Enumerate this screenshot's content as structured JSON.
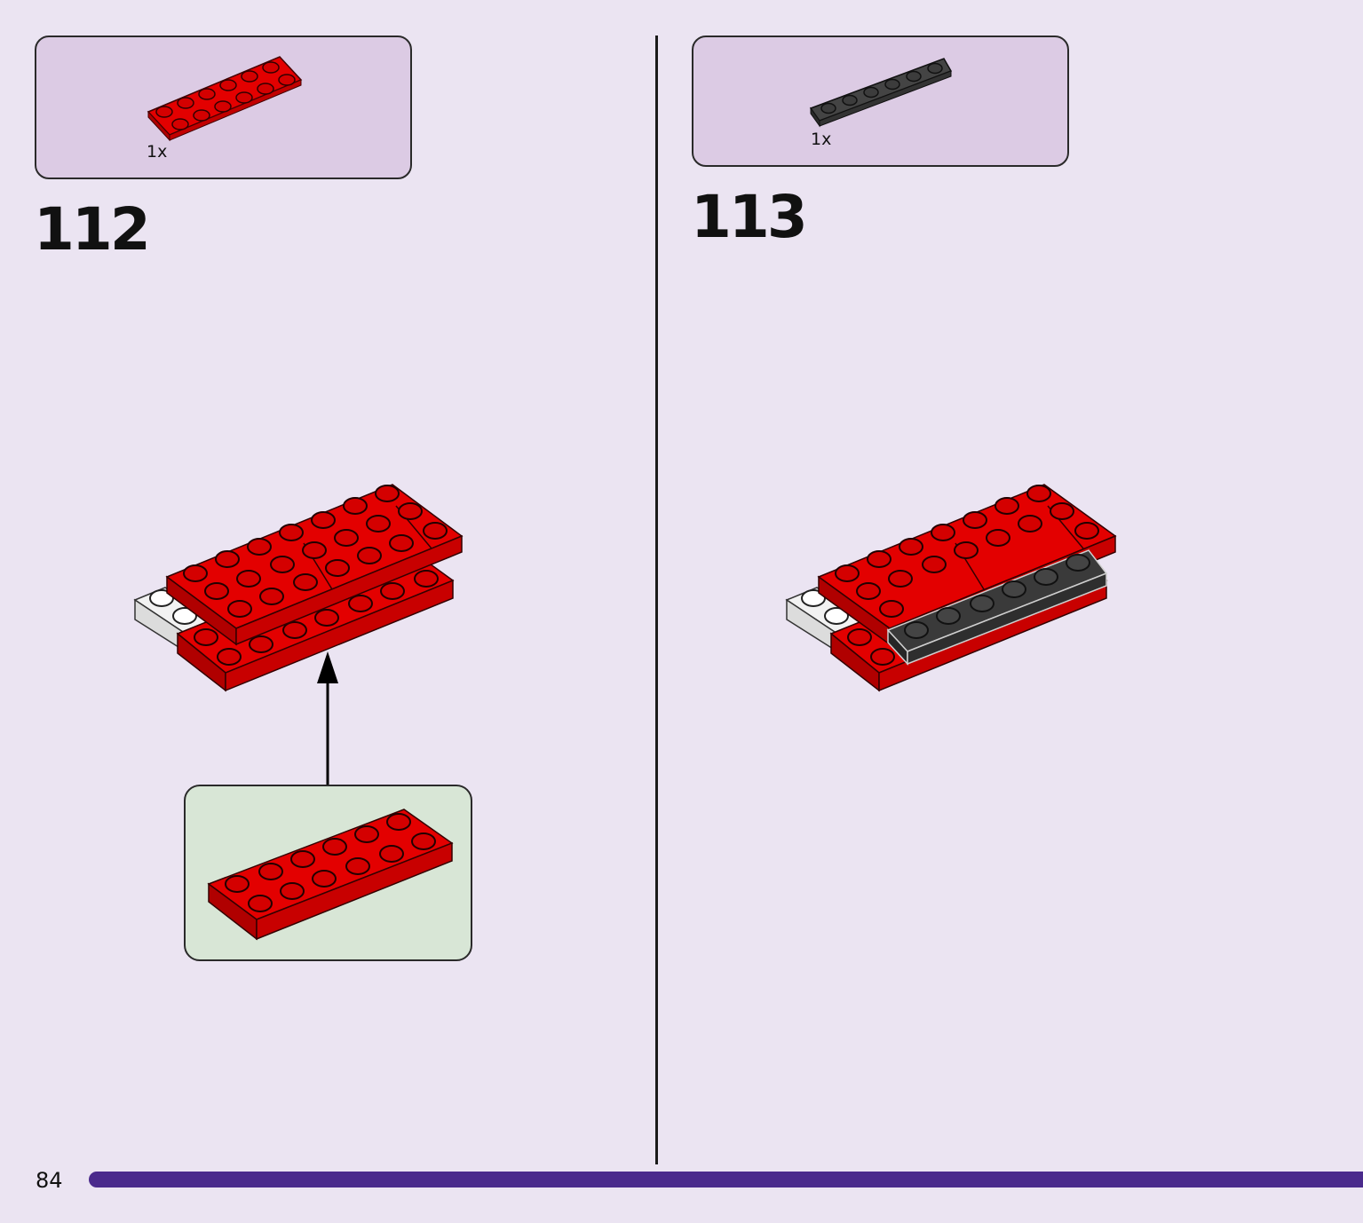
{
  "page": {
    "number": "84",
    "progress_color": "#4a2a8c",
    "background": "#ebe4f2"
  },
  "steps": [
    {
      "number": "112",
      "parts": [
        {
          "quantity": "1x",
          "color": "#e00000",
          "description": "2x6 plate"
        }
      ],
      "has_subassembly": true,
      "subassembly_color": "#d8e6d6"
    },
    {
      "number": "113",
      "parts": [
        {
          "quantity": "1x",
          "color": "#3a3a3a",
          "description": "1x6 plate"
        }
      ],
      "has_subassembly": false
    }
  ]
}
